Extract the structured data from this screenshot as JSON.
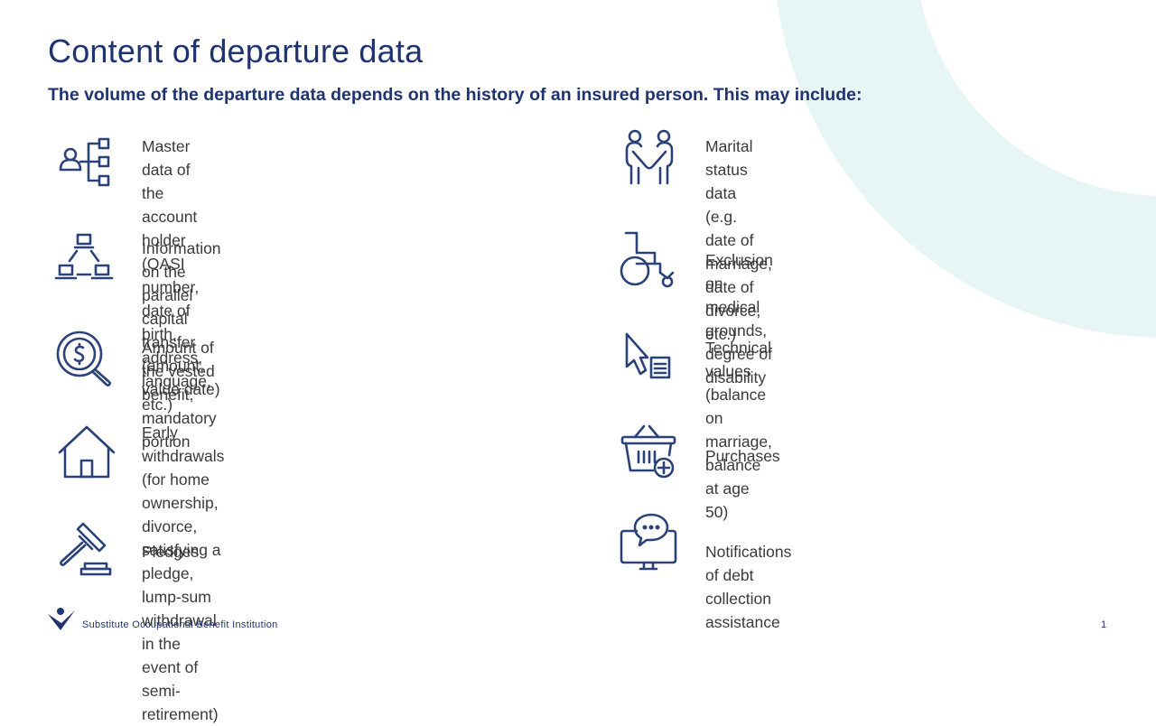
{
  "slide": {
    "title": "Content of departure data",
    "subtitle": "The volume of the departure data depends on the history of an insured person. This may include:",
    "colors": {
      "primary": "#1f3371",
      "icon": "#2b4279",
      "decor": "#e8f5f5"
    }
  },
  "left_items": [
    {
      "icon": "person-hierarchy-icon",
      "text": "Master data of the account holder (OASI number,\ndate of birth, address, language, etc.)"
    },
    {
      "icon": "network-laptops-icon",
      "text": "Information on the parallel capital transfer\n(amount, value date)"
    },
    {
      "icon": "magnifier-dollar-icon",
      "text": "Amount of the vested benefit,\nmandatory portion"
    },
    {
      "icon": "house-icon",
      "text": "Early withdrawals (for home ownership, divorce,\nsatisfying a pledge, lump-sum withdrawal in the\nevent of semi-retirement)"
    },
    {
      "icon": "gavel-icon",
      "text": "Pledges"
    }
  ],
  "right_items": [
    {
      "icon": "couple-icon",
      "text": "Marital status data (e.g. date of marriage, date of\ndivorce, etc.)"
    },
    {
      "icon": "wheelchair-icon",
      "text": "Exclusion on medical grounds, degree of disability"
    },
    {
      "icon": "cursor-document-icon",
      "text": "Technical values (balance on marriage,\nbalance at age 50)"
    },
    {
      "icon": "basket-add-icon",
      "text": "Purchases"
    },
    {
      "icon": "monitor-chat-icon",
      "text": "Notifications of debt collection assistance"
    }
  ],
  "footer": {
    "organization": "Substitute Occupational Benefit Institution",
    "page_number": "1"
  }
}
